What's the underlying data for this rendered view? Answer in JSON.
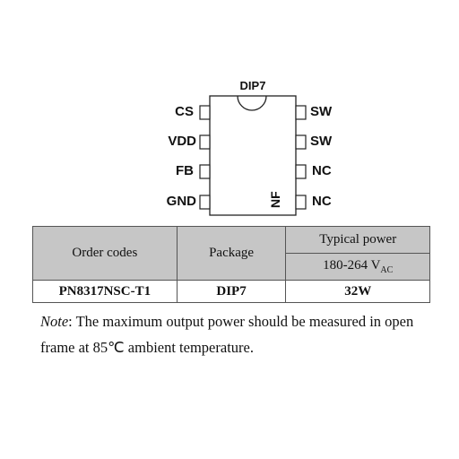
{
  "diagram": {
    "package_name": "DIP7",
    "left_pins": [
      "CS",
      "VDD",
      "FB",
      "GND"
    ],
    "right_pins": [
      "SW",
      "SW",
      "NC",
      "NC"
    ],
    "marking_text": "NF"
  },
  "table": {
    "headers": {
      "order_codes": "Order codes",
      "package": "Package",
      "typical_power": "Typical power",
      "voltage_range": "180-264 V",
      "voltage_sub": "AC"
    },
    "rows": [
      {
        "order_code": "PN8317NSC-T1",
        "package": "DIP7",
        "power": "32W"
      }
    ]
  },
  "note": {
    "label": "Note",
    "text": ": The maximum output power should be measured in open frame at 85℃  ambient temperature."
  },
  "colors": {
    "header_bg": "#c6c6c6",
    "border": "#555555",
    "text": "#111111"
  }
}
